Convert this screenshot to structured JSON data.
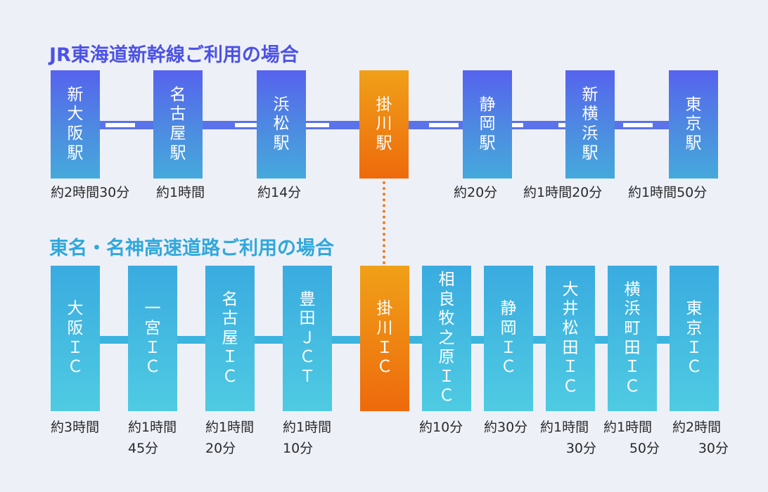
{
  "shinkansen": {
    "title": "JR東海道新幹線ご利用の場合",
    "stations": [
      {
        "name": "新大阪駅",
        "time": [
          "約2時間30分"
        ]
      },
      {
        "name": "名古屋駅",
        "time": [
          "約1時間"
        ]
      },
      {
        "name": "浜松駅",
        "time": [
          "約14分"
        ]
      },
      {
        "name": "掛川駅",
        "time": []
      },
      {
        "name": "静岡駅",
        "time": [
          "約20分"
        ]
      },
      {
        "name": "新横浜駅",
        "time": [
          "約1時間20分"
        ]
      },
      {
        "name": "東京駅",
        "time": [
          "約1時間50分"
        ]
      }
    ]
  },
  "highway": {
    "title": "東名・名神高速道路ご利用の場合",
    "stops": [
      {
        "name": "大阪ＩＣ",
        "time": [
          "約3時間"
        ]
      },
      {
        "name": "一宮ＩＣ",
        "time": [
          "約1時間",
          "45分"
        ]
      },
      {
        "name": "名古屋ＩＣ",
        "time": [
          "約1時間",
          "20分"
        ]
      },
      {
        "name": "豊田ＪＣＴ",
        "time": [
          "約1時間",
          "10分"
        ]
      },
      {
        "name": "掛川ＩＣ",
        "time": []
      },
      {
        "name": "相良牧之原ＩＣ",
        "time": [
          "約10分"
        ]
      },
      {
        "name": "静岡ＩＣ",
        "time": [
          "約30分"
        ]
      },
      {
        "name": "大井松田ＩＣ",
        "time": [
          "約1時間",
          "30分"
        ]
      },
      {
        "name": "横浜町田ＩＣ",
        "time": [
          "約1時間",
          "50分"
        ]
      },
      {
        "name": "東京ＩＣ",
        "time": [
          "約2時間",
          "30分"
        ]
      }
    ]
  },
  "colors": {
    "shinkansen_title": "#4c52e6",
    "highway_title": "#2fa8dc",
    "kakegawa": "#ee7a12"
  }
}
